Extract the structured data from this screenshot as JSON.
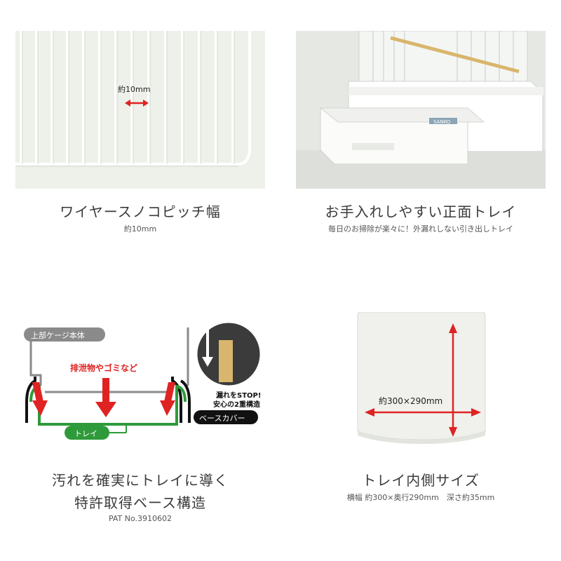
{
  "colors": {
    "accent_red": "#e02222",
    "tray_green": "#2e9a3a",
    "label_gray": "#8a8a8a",
    "wire_background": "#eef0ea",
    "tray_background": "#f0f1ec"
  },
  "panel_wire": {
    "annotation": "約10mm",
    "title": "ワイヤースノコピッチ幅",
    "subtitle": "約10mm"
  },
  "panel_tray_front": {
    "brand": "SANKO",
    "title": "お手入れしやすい正面トレイ",
    "subtitle": "毎日のお掃除が楽々に！外漏れしない引き出しトレイ"
  },
  "panel_diagram": {
    "label_upper": "上部ケージ本体",
    "label_waste": "排泄物やゴミなど",
    "label_stop_line1": "漏れをSTOP!",
    "label_stop_line2": "安心の2重構造",
    "label_base_cover": "ベースカバー",
    "label_tray": "トレイ",
    "title_line1": "汚れを確実にトレイに導く",
    "title_line2": "特許取得ベース構造",
    "subtitle": "PAT No.3910602"
  },
  "panel_tray_size": {
    "annotation": "約300×290mm",
    "title": "トレイ内側サイズ",
    "subtitle": "横幅 約300×奥行290mm　深さ約35mm"
  }
}
